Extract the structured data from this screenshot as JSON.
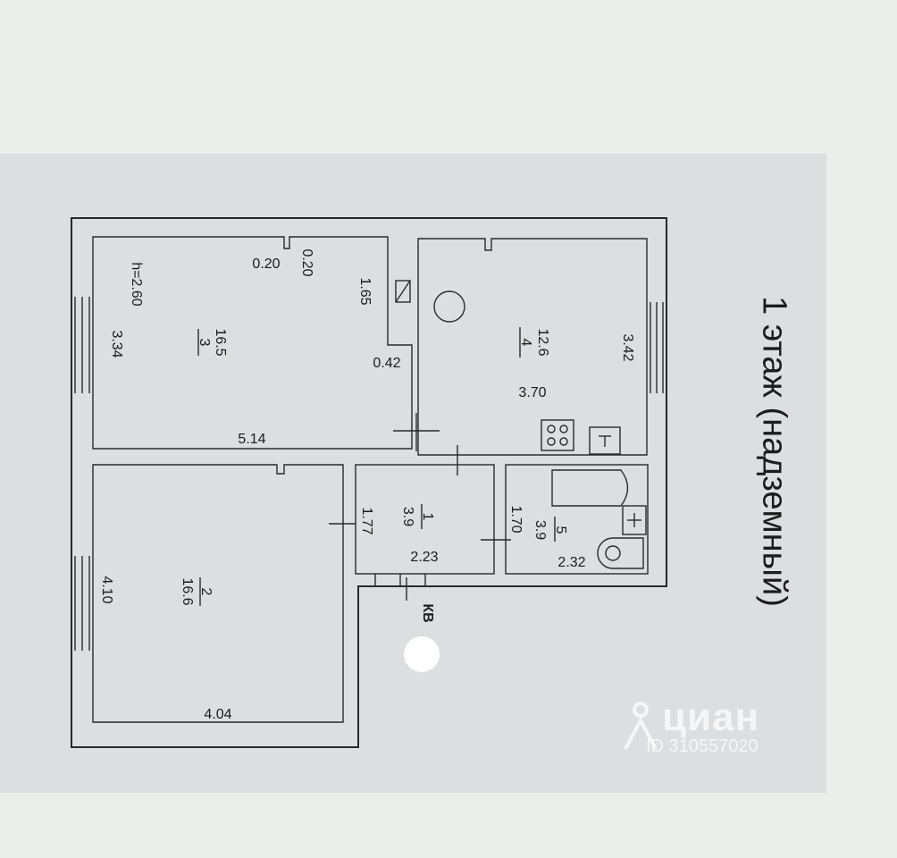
{
  "floor_title": "1 этаж (надземный)",
  "ceiling_height": "h=2.60",
  "rooms": [
    {
      "id": "room-1",
      "number": "1",
      "area": "3.9",
      "dims": [
        "1.77",
        "2.23"
      ]
    },
    {
      "id": "room-2",
      "number": "2",
      "area": "16.6",
      "dims": [
        "4.10",
        "4.04"
      ]
    },
    {
      "id": "room-3",
      "number": "3",
      "area": "16.5",
      "dims": [
        "3.34",
        "5.14"
      ]
    },
    {
      "id": "room-4",
      "number": "4",
      "area": "12.6",
      "dims": [
        "3.42",
        "3.70"
      ]
    },
    {
      "id": "room-5",
      "number": "5",
      "area": "3.9",
      "dims": [
        "1.70",
        "2.32"
      ]
    }
  ],
  "extra_dims": {
    "pillar_a": "0.20",
    "pillar_b": "0.20",
    "shaft_h": "1.65",
    "shaft_w": "0.42"
  },
  "entrance_label": "КВ",
  "watermark": {
    "brand": "циан",
    "id": "ID 310557020"
  }
}
